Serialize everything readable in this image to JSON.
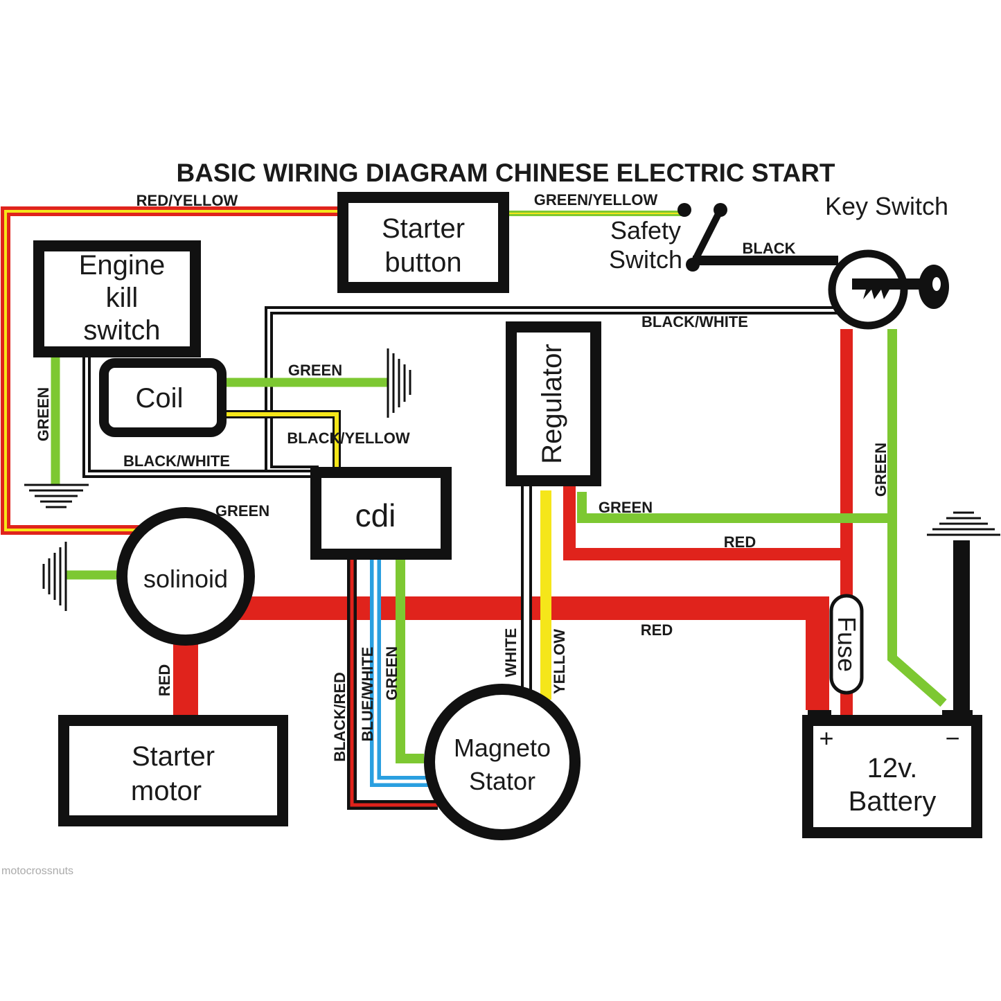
{
  "title": "BASIC WIRING DIAGRAM CHINESE ELECTRIC START",
  "components": {
    "starter_button": [
      "Starter",
      "button"
    ],
    "engine_kill_switch": [
      "Engine",
      "kill",
      "switch"
    ],
    "coil": "Coil",
    "cdi": "cdi",
    "regulator": "Regulator",
    "solenoid": "solinoid",
    "starter_motor": [
      "Starter",
      "motor"
    ],
    "magneto_stator": [
      "Magneto",
      "Stator"
    ],
    "battery": [
      "12v.",
      "Battery"
    ],
    "battery_plus": "+",
    "battery_minus": "−",
    "fuse": "Fuse",
    "safety_switch": [
      "Safety",
      "Switch"
    ],
    "key_switch": "Key Switch"
  },
  "wires": {
    "red_yellow": "RED/YELLOW",
    "green_yellow": "GREEN/YELLOW",
    "black": "BLACK",
    "black_white_top": "BLACK/WHITE",
    "black_white_left": "BLACK/WHITE",
    "green_coil": "GREEN",
    "black_yellow": "BLACK/YELLOW",
    "green_killswitch": "GREEN",
    "green_solenoid": "GREEN",
    "green_regulator": "GREEN",
    "red_regulator": "RED",
    "green_key": "GREEN",
    "red_main": "RED",
    "red_starter": "RED",
    "black_red": "BLACK/RED",
    "blue_white": "BLUE/WHITE",
    "green_cdi": "GREEN",
    "white": "WHITE",
    "yellow": "YELLOW"
  },
  "watermark": "motocrossnuts",
  "colors": {
    "red": "#e0231c",
    "green": "#7dc832",
    "yellow": "#f5e61a",
    "blue": "#2a9fe0",
    "black": "#111111"
  }
}
